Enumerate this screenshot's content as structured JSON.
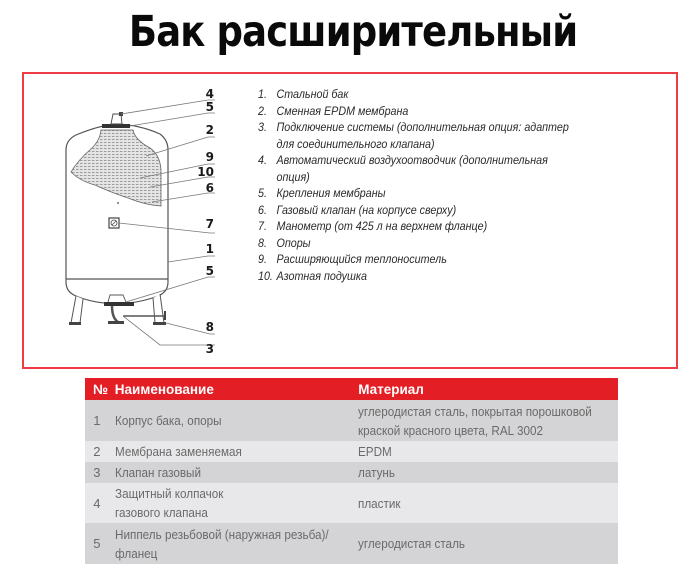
{
  "title": "Бак расширительный",
  "colors": {
    "frame": "#ee3b46",
    "table_header": "#e31e24",
    "row_dark": "#d4d4d6",
    "row_light": "#e8e8ea"
  },
  "diagram": {
    "callouts": [
      "4",
      "5",
      "2",
      "9",
      "10",
      "6",
      "7",
      "1",
      "5",
      "8",
      "3"
    ]
  },
  "legend": {
    "items": [
      {
        "num": "1.",
        "text": "Стальной бак"
      },
      {
        "num": "2.",
        "text": "Сменная EPDM мембрана"
      },
      {
        "num": "3.",
        "text": "Подключение системы (дополнительная опция: адаптер для соединительного клапана)"
      },
      {
        "num": "4.",
        "text": "Автоматический воздухоотводчик (дополнительная опция)"
      },
      {
        "num": "5.",
        "text": "Крепления мембраны"
      },
      {
        "num": "6.",
        "text": "Газовый клапан (на корпусе сверху)"
      },
      {
        "num": "7.",
        "text": "Манометр (от 425 л на верхнем фланце)"
      },
      {
        "num": "8.",
        "text": "Опоры"
      },
      {
        "num": "9.",
        "text": "Расширяющийся теплоноситель"
      },
      {
        "num": "10.",
        "text": "Азотная подушка"
      }
    ]
  },
  "table": {
    "headers": {
      "num": "№",
      "name": "Наименование",
      "material": "Материал"
    },
    "rows": [
      {
        "num": "1",
        "name": "Корпус бака, опоры",
        "material_l1": "углеродистая сталь, покрытая порошковой",
        "material_l2": "краской красного цвета, RAL 3002"
      },
      {
        "num": "2",
        "name": "Мембрана заменяемая",
        "material": "EPDM"
      },
      {
        "num": "3",
        "name": "Клапан газовый",
        "material": "латунь"
      },
      {
        "num": "4",
        "name_l1": "Защитный колпачок",
        "name_l2": "газового клапана",
        "material": "пластик"
      },
      {
        "num": "5",
        "name_l1": "Ниппель резьбовой (наружная резьба)/",
        "name_l2": "фланец",
        "material": "углеродистая сталь"
      }
    ]
  }
}
